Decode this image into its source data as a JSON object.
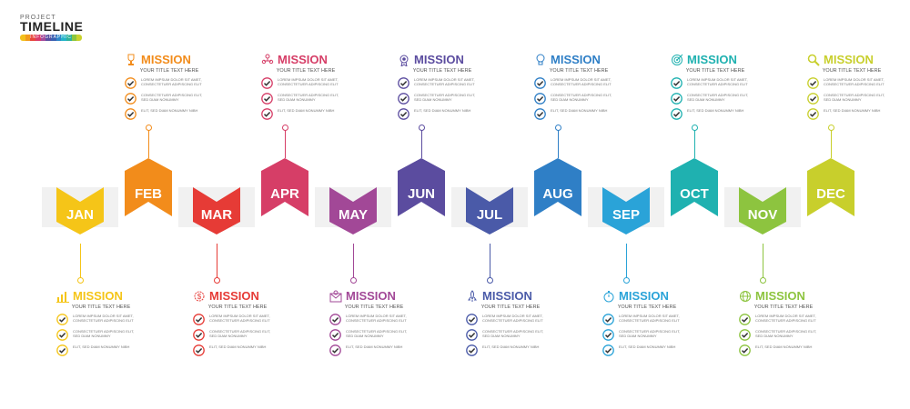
{
  "header": {
    "small": "PROJECT",
    "big": "TIMELINE",
    "strip": "INFOGRAPHIC"
  },
  "rainbow": [
    "#f3c01c",
    "#f29a1c",
    "#e8453a",
    "#d93a6b",
    "#a44a9a",
    "#5a4fa0",
    "#3a5fb0",
    "#2e86c9",
    "#22b3c9",
    "#2fb29a",
    "#8cc63f",
    "#c9d22e"
  ],
  "months": [
    {
      "label": "JAN",
      "color": "#f5c518",
      "dir": "down"
    },
    {
      "label": "FEB",
      "color": "#f28c1b",
      "dir": "up"
    },
    {
      "label": "MAR",
      "color": "#e63b36",
      "dir": "down"
    },
    {
      "label": "APR",
      "color": "#d63e67",
      "dir": "up"
    },
    {
      "label": "MAY",
      "color": "#a24897",
      "dir": "down"
    },
    {
      "label": "JUN",
      "color": "#5b4c9f",
      "dir": "up"
    },
    {
      "label": "JUL",
      "color": "#4a5aa8",
      "dir": "down"
    },
    {
      "label": "AUG",
      "color": "#2f7fc6",
      "dir": "up"
    },
    {
      "label": "SEP",
      "color": "#2aa3d8",
      "dir": "down"
    },
    {
      "label": "OCT",
      "color": "#1fb1b0",
      "dir": "up"
    },
    {
      "label": "NOV",
      "color": "#8dc43f",
      "dir": "down"
    },
    {
      "label": "DEC",
      "color": "#c8cf2c",
      "dir": "up"
    }
  ],
  "cards": [
    {
      "month": "JAN",
      "title": "MISSION",
      "subtitle": "YOUR TITLE TEXT HERE",
      "color": "#f5c518",
      "icon": "chart-icon",
      "lines": [
        "LOREM IMPSUM DOLOR SIT AMET, CONSECTETUER ADIPISCING ELIT",
        "CONSECTETUER ADIPISCING ELIT, SED DIAM NONUMMY",
        "ELIT, SED DIAM NONUMMY NIBH"
      ]
    },
    {
      "month": "FEB",
      "title": "MISSION",
      "subtitle": "YOUR TITLE TEXT HERE",
      "color": "#f28c1b",
      "icon": "trophy-icon",
      "lines": [
        "LOREM IMPSUM DOLOR SIT AMET, CONSECTETUER ADIPISCING ELIT",
        "CONSECTETUER ADIPISCING ELIT, SED DIAM NONUMMY",
        "ELIT, SED DIAM NONUMMY NIBH"
      ]
    },
    {
      "month": "MAR",
      "title": "MISSION",
      "subtitle": "YOUR TITLE TEXT HERE",
      "color": "#e63b36",
      "icon": "money-gear-icon",
      "lines": [
        "LOREM IMPSUM DOLOR SIT AMET, CONSECTETUER ADIPISCING ELIT",
        "CONSECTETUER ADIPISCING ELIT, SED DIAM NONUMMY",
        "ELIT, SED DIAM NONUMMY NIBH"
      ]
    },
    {
      "month": "APR",
      "title": "MISSION",
      "subtitle": "YOUR TITLE TEXT HERE",
      "color": "#d63e67",
      "icon": "team-icon",
      "lines": [
        "LOREM IMPSUM DOLOR SIT AMET, CONSECTETUER ADIPISCING ELIT",
        "CONSECTETUER ADIPISCING ELIT, SED DIAM NONUMMY",
        "ELIT, SED DIAM NONUMMY NIBH"
      ]
    },
    {
      "month": "MAY",
      "title": "MISSION",
      "subtitle": "YOUR TITLE TEXT HERE",
      "color": "#a24897",
      "icon": "mail-icon",
      "lines": [
        "LOREM IMPSUM DOLOR SIT AMET, CONSECTETUER ADIPISCING ELIT",
        "CONSECTETUER ADIPISCING ELIT, SED DIAM NONUMMY",
        "ELIT, SED DIAM NONUMMY NIBH"
      ]
    },
    {
      "month": "JUN",
      "title": "MISSION",
      "subtitle": "YOUR TITLE TEXT HERE",
      "color": "#5b4c9f",
      "icon": "medal-icon",
      "lines": [
        "LOREM IMPSUM DOLOR SIT AMET, CONSECTETUER ADIPISCING ELIT",
        "CONSECTETUER ADIPISCING ELIT, SED DIAM NONUMMY",
        "ELIT, SED DIAM NONUMMY NIBH"
      ]
    },
    {
      "month": "JUL",
      "title": "MISSION",
      "subtitle": "YOUR TITLE TEXT HERE",
      "color": "#4a5aa8",
      "icon": "rocket-icon",
      "lines": [
        "LOREM IMPSUM DOLOR SIT AMET, CONSECTETUER ADIPISCING ELIT",
        "CONSECTETUER ADIPISCING ELIT, SED DIAM NONUMMY",
        "ELIT, SED DIAM NONUMMY NIBH"
      ]
    },
    {
      "month": "AUG",
      "title": "MISSION",
      "subtitle": "YOUR TITLE TEXT HERE",
      "color": "#2f7fc6",
      "icon": "lightbulb-icon",
      "lines": [
        "LOREM IMPSUM DOLOR SIT AMET, CONSECTETUER ADIPISCING ELIT",
        "CONSECTETUER ADIPISCING ELIT, SED DIAM NONUMMY",
        "ELIT, SED DIAM NONUMMY NIBH"
      ]
    },
    {
      "month": "SEP",
      "title": "MISSION",
      "subtitle": "YOUR TITLE TEXT HERE",
      "color": "#2aa3d8",
      "icon": "stopwatch-icon",
      "lines": [
        "LOREM IMPSUM DOLOR SIT AMET, CONSECTETUER ADIPISCING ELIT",
        "CONSECTETUER ADIPISCING ELIT, SED DIAM NONUMMY",
        "ELIT, SED DIAM NONUMMY NIBH"
      ]
    },
    {
      "month": "OCT",
      "title": "MISSION",
      "subtitle": "YOUR TITLE TEXT HERE",
      "color": "#1fb1b0",
      "icon": "target-icon",
      "lines": [
        "LOREM IMPSUM DOLOR SIT AMET, CONSECTETUER ADIPISCING ELIT",
        "CONSECTETUER ADIPISCING ELIT, SED DIAM NONUMMY",
        "ELIT, SED DIAM NONUMMY NIBH"
      ]
    },
    {
      "month": "NOV",
      "title": "MISSION",
      "subtitle": "YOUR TITLE TEXT HERE",
      "color": "#8dc43f",
      "icon": "globe-icon",
      "lines": [
        "LOREM IMPSUM DOLOR SIT AMET, CONSECTETUER ADIPISCING ELIT",
        "CONSECTETUER ADIPISCING ELIT, SED DIAM NONUMMY",
        "ELIT, SED DIAM NONUMMY NIBH"
      ]
    },
    {
      "month": "DEC",
      "title": "MISSION",
      "subtitle": "YOUR TITLE TEXT HERE",
      "color": "#c8cf2c",
      "icon": "magnifier-icon",
      "lines": [
        "LOREM IMPSUM DOLOR SIT AMET, CONSECTETUER ADIPISCING ELIT",
        "CONSECTETUER ADIPISCING ELIT, SED DIAM NONUMMY",
        "ELIT, SED DIAM NONUMMY NIBH"
      ]
    }
  ]
}
